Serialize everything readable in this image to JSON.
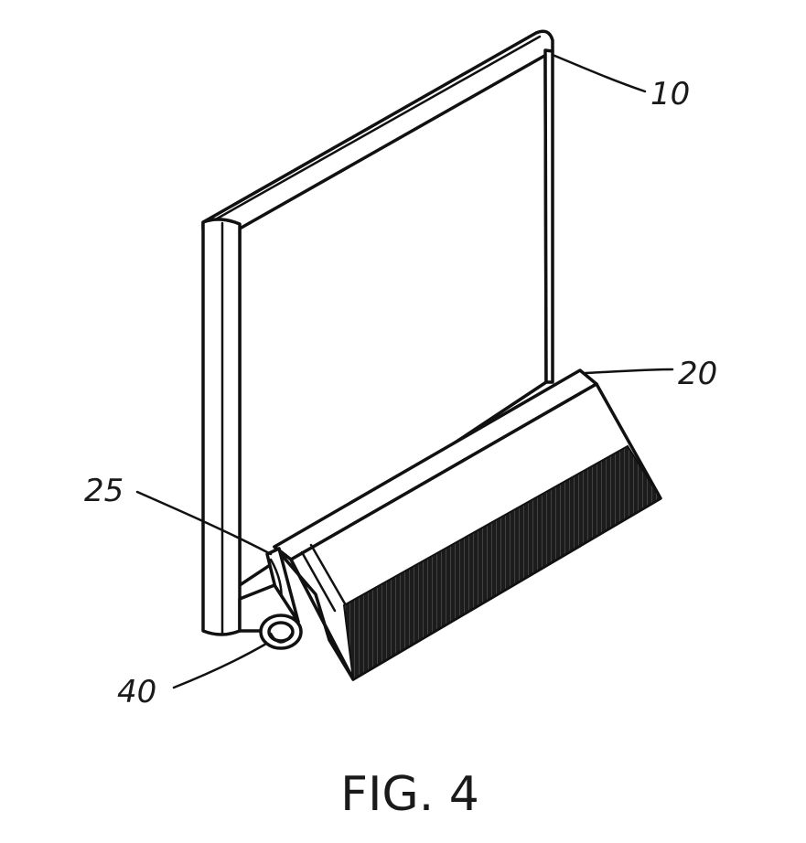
{
  "figure": {
    "caption": "FIG. 4",
    "reference_labels": {
      "panel": "10",
      "housing": "20",
      "clip": "25",
      "roller": "40"
    }
  }
}
